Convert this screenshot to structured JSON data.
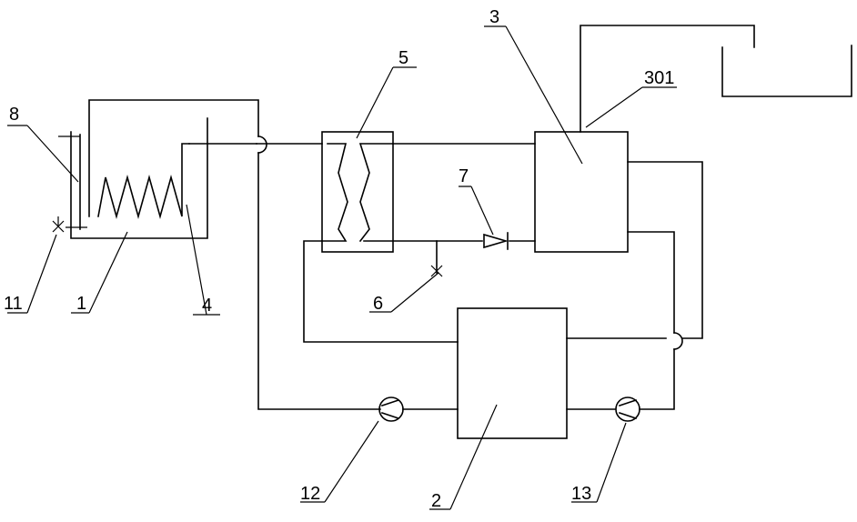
{
  "labels": {
    "l1": "1",
    "l2": "2",
    "l3": "3",
    "l4": "4",
    "l5": "5",
    "l6": "6",
    "l7": "7",
    "l8": "8",
    "l11": "11",
    "l12": "12",
    "l13": "13",
    "l301": "301"
  }
}
